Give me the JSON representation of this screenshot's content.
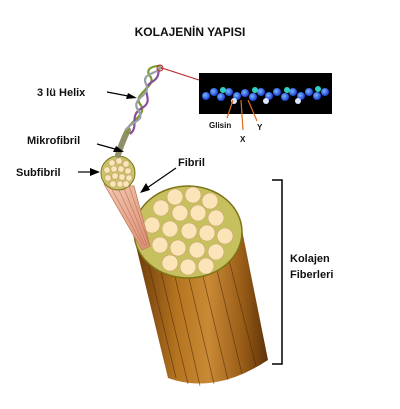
{
  "title": "KOLAJENİN YAPISI",
  "labels": {
    "helix": "3 lü Helix",
    "microfibril": "Mikrofibril",
    "subfibril": "Subfibril",
    "fibril": "Fibril",
    "fibers_line1": "Kolajen",
    "fibers_line2": "Fiberleri"
  },
  "inset": {
    "glycine": "Glisin",
    "x": "X",
    "y": "Y"
  }
}
